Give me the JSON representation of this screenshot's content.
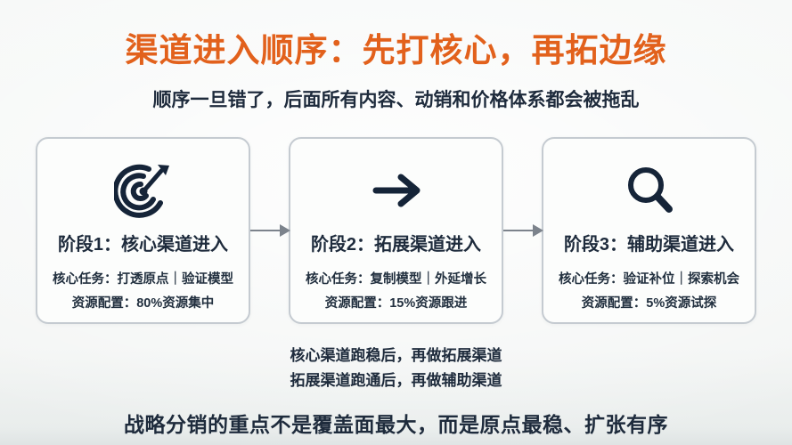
{
  "page": {
    "title": "渠道进入顺序：先打核心，再拓边缘",
    "subtitle": "顺序一旦错了，后面所有内容、动销和价格体系都会被拖乱",
    "note_line1": "核心渠道跑稳后，再做拓展渠道",
    "note_line2": "拓展渠道跑通后，再做辅助渠道",
    "footer": "战略分销的重点不是覆盖面最大，而是原点最稳、扩张有序"
  },
  "stages": [
    {
      "icon": "target-dart-icon",
      "title": "阶段1：核心渠道进入",
      "task": "核心任务：打透原点｜验证模型",
      "resource": "资源配置：80%资源集中"
    },
    {
      "icon": "arrow-right-icon",
      "title": "阶段2：拓展渠道进入",
      "task": "核心任务：复制模型｜外延增长",
      "resource": "资源配置：15%资源跟进"
    },
    {
      "icon": "magnifier-icon",
      "title": "阶段3：辅助渠道进入",
      "task": "核心任务：验证补位｜探索机会",
      "resource": "资源配置：5%资源试探"
    }
  ],
  "colors": {
    "accent_orange": "#e2611c",
    "text_navy": "#1e2b3c",
    "icon_navy": "#152438",
    "connector_gray": "#7c838c",
    "card_border": "#c5cbd1",
    "card_bg": "#fcfdfc",
    "page_bg": "#f3f5f4"
  }
}
